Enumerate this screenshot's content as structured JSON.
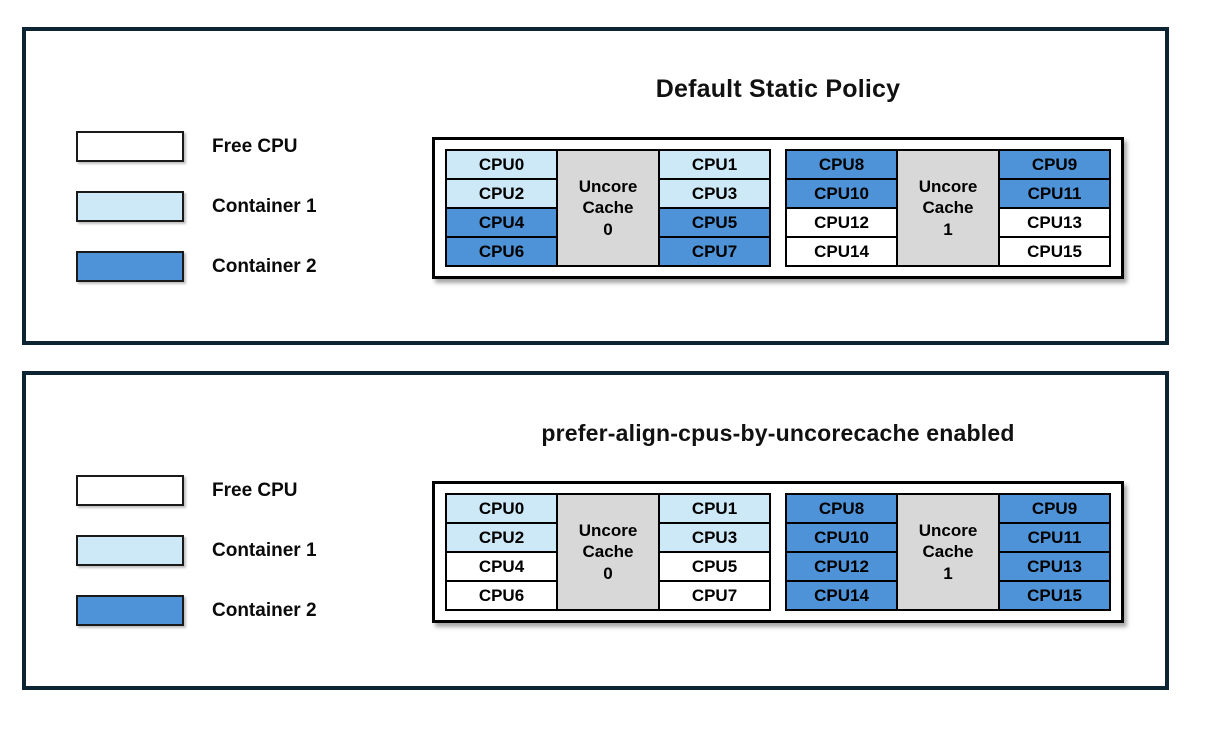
{
  "colors": {
    "free": "#ffffff",
    "container1": "#cde8f7",
    "container2": "#4e93d7",
    "cache_fill": "#d8d8d8",
    "panel_border": "#0d2433",
    "box_border": "#000000"
  },
  "panels": [
    {
      "title": "Default Static Policy",
      "legend": [
        {
          "label": "Free CPU",
          "state": "free"
        },
        {
          "label": "Container 1",
          "state": "container1"
        },
        {
          "label": "Container 2",
          "state": "container2"
        }
      ],
      "caches": [
        {
          "name_lines": [
            "Uncore",
            "Cache",
            "0"
          ],
          "left_cpus": [
            {
              "label": "CPU0",
              "state": "container1"
            },
            {
              "label": "CPU2",
              "state": "container1"
            },
            {
              "label": "CPU4",
              "state": "container2"
            },
            {
              "label": "CPU6",
              "state": "container2"
            }
          ],
          "right_cpus": [
            {
              "label": "CPU1",
              "state": "container1"
            },
            {
              "label": "CPU3",
              "state": "container1"
            },
            {
              "label": "CPU5",
              "state": "container2"
            },
            {
              "label": "CPU7",
              "state": "container2"
            }
          ]
        },
        {
          "name_lines": [
            "Uncore",
            "Cache",
            "1"
          ],
          "left_cpus": [
            {
              "label": "CPU8",
              "state": "container2"
            },
            {
              "label": "CPU10",
              "state": "container2"
            },
            {
              "label": "CPU12",
              "state": "free"
            },
            {
              "label": "CPU14",
              "state": "free"
            }
          ],
          "right_cpus": [
            {
              "label": "CPU9",
              "state": "container2"
            },
            {
              "label": "CPU11",
              "state": "container2"
            },
            {
              "label": "CPU13",
              "state": "free"
            },
            {
              "label": "CPU15",
              "state": "free"
            }
          ]
        }
      ]
    },
    {
      "title": "prefer-align-cpus-by-uncorecache enabled",
      "legend": [
        {
          "label": "Free CPU",
          "state": "free"
        },
        {
          "label": "Container 1",
          "state": "container1"
        },
        {
          "label": "Container 2",
          "state": "container2"
        }
      ],
      "caches": [
        {
          "name_lines": [
            "Uncore",
            "Cache",
            "0"
          ],
          "left_cpus": [
            {
              "label": "CPU0",
              "state": "container1"
            },
            {
              "label": "CPU2",
              "state": "container1"
            },
            {
              "label": "CPU4",
              "state": "free"
            },
            {
              "label": "CPU6",
              "state": "free"
            }
          ],
          "right_cpus": [
            {
              "label": "CPU1",
              "state": "container1"
            },
            {
              "label": "CPU3",
              "state": "container1"
            },
            {
              "label": "CPU5",
              "state": "free"
            },
            {
              "label": "CPU7",
              "state": "free"
            }
          ]
        },
        {
          "name_lines": [
            "Uncore",
            "Cache",
            "1"
          ],
          "left_cpus": [
            {
              "label": "CPU8",
              "state": "container2"
            },
            {
              "label": "CPU10",
              "state": "container2"
            },
            {
              "label": "CPU12",
              "state": "container2"
            },
            {
              "label": "CPU14",
              "state": "container2"
            }
          ],
          "right_cpus": [
            {
              "label": "CPU9",
              "state": "container2"
            },
            {
              "label": "CPU11",
              "state": "container2"
            },
            {
              "label": "CPU13",
              "state": "container2"
            },
            {
              "label": "CPU15",
              "state": "container2"
            }
          ]
        }
      ]
    }
  ]
}
